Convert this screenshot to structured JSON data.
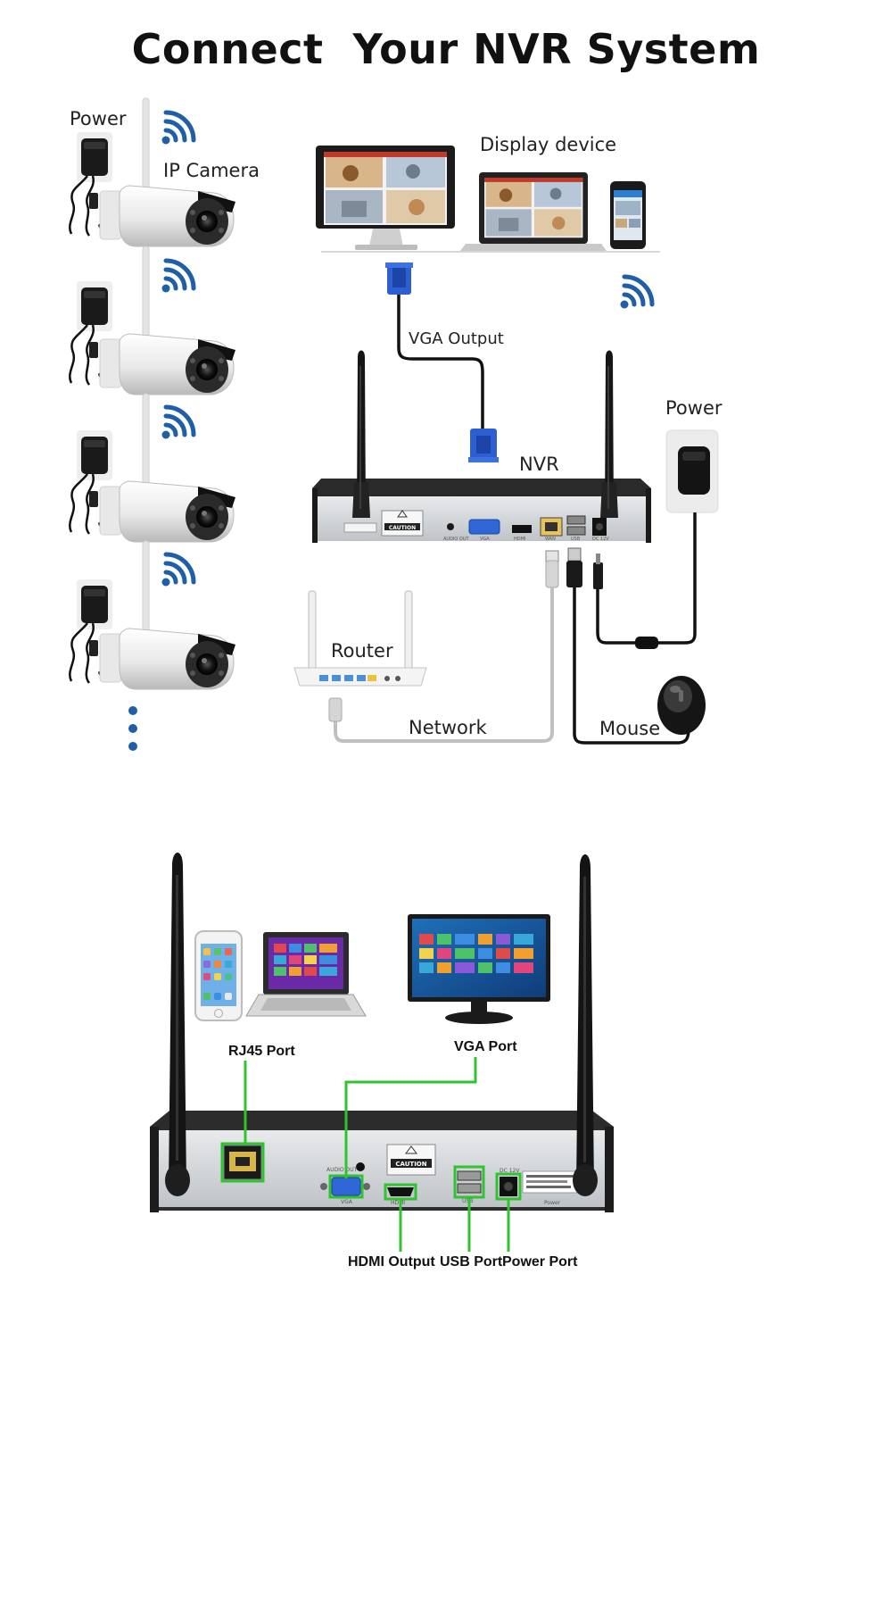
{
  "title": "Connect  Your NVR System",
  "top_diagram": {
    "power_label_left": "Power",
    "ip_camera_label": "IP Camera",
    "display_device_label": "Display device",
    "vga_output_label": "VGA Output",
    "nvr_label": "NVR",
    "power_label_right": "Power",
    "router_label": "Router",
    "network_label": "Network",
    "mouse_label": "Mouse",
    "caution_label": "CAUTION",
    "nvr_port_labels": [
      "AUDIO OUT",
      "VGA",
      "HDMI",
      "WAN",
      "USB",
      "DC 12V"
    ]
  },
  "bottom_diagram": {
    "rj45_port": "RJ45 Port",
    "vga_port": "VGA Port",
    "hdmi_output": "HDMI Output",
    "usb_port": "USB Port",
    "power_port": "Power Port",
    "caution_label": "CAUTION",
    "panel_labels": [
      "AUDIO OUT",
      "VGA",
      "HDMI",
      "USB",
      "DC 12V",
      "Power"
    ]
  },
  "colors": {
    "wifi_blue": "#1f5fa8",
    "callout_green": "#2fc42f",
    "nvr_body": "#2a2a2a",
    "nvr_panel": "#d7d9dc",
    "vga_blue": "#2d5fd0",
    "network_cable": "#bfbfbf"
  },
  "icons": [
    "power-adapter-icon",
    "wifi-icon",
    "ip-camera-icon",
    "monitor-icon",
    "laptop-icon",
    "smartphone-icon",
    "vga-connector-icon",
    "antenna-icon",
    "router-icon",
    "mouse-icon",
    "ellipsis-icon"
  ]
}
